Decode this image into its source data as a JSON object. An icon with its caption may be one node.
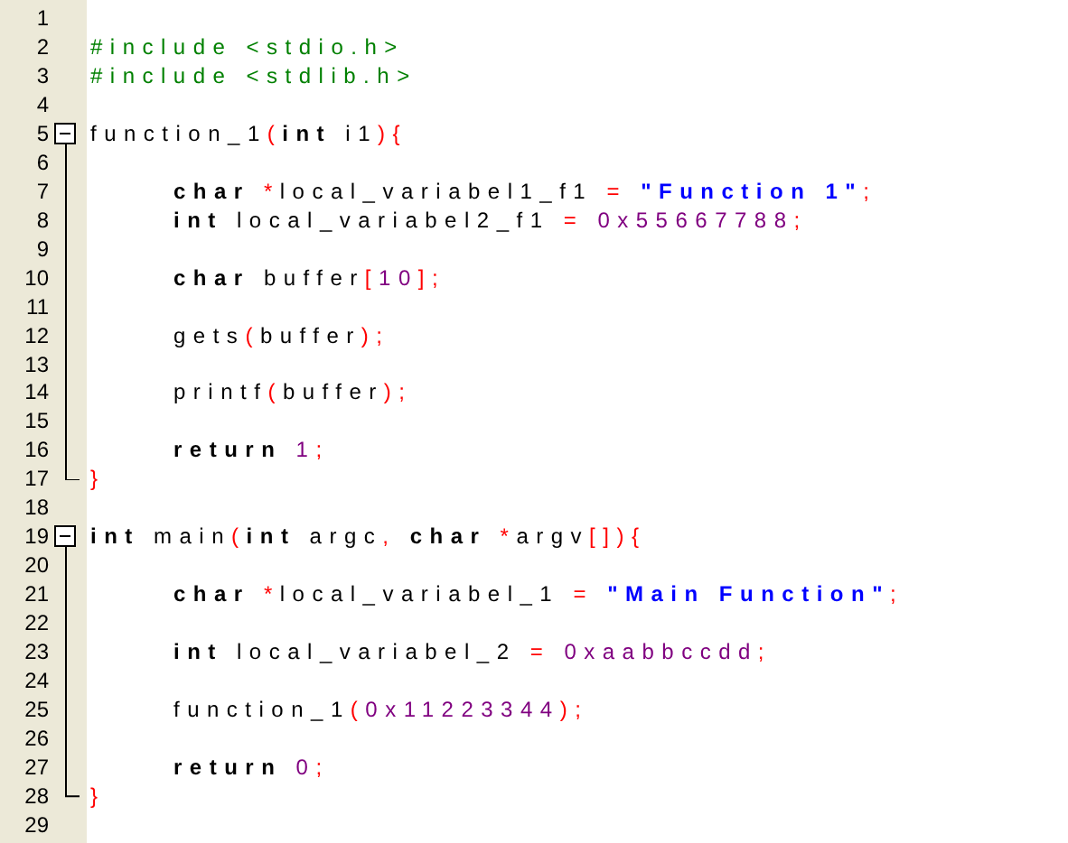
{
  "diagram": {
    "labels": [
      "1",
      "2",
      "#include <stdio.h>",
      "3",
      "#include <stdlib.h>",
      "4",
      "5",
      "function_1(**int** i1){",
      "6",
      "7",
      "**char** *local_variabel1_f1 = \"Function 1\";",
      "8",
      "**int** local_variabel2_f1 = 0x55667788;",
      "9",
      "10",
      "**char** buffer[10];",
      "11",
      "12",
      "gets(buffer);",
      "13",
      "14",
      "printf(buffer);",
      "15",
      "16",
      "**return** 1;",
      "17",
      "}",
      "18",
      "19",
      "**int** main(**int** argc, **char** *argv[]){",
      "20",
      "21",
      "**char** *local_variabel_1 = \"Main Function\";",
      "22",
      "23",
      "**int** local_variabel_2 = 0xaabbccdd;",
      "24",
      "25",
      "function_1(0x11223344);",
      "26",
      "27",
      "**return** 0;",
      "28",
      "}",
      "29"
    ]
  }
}
